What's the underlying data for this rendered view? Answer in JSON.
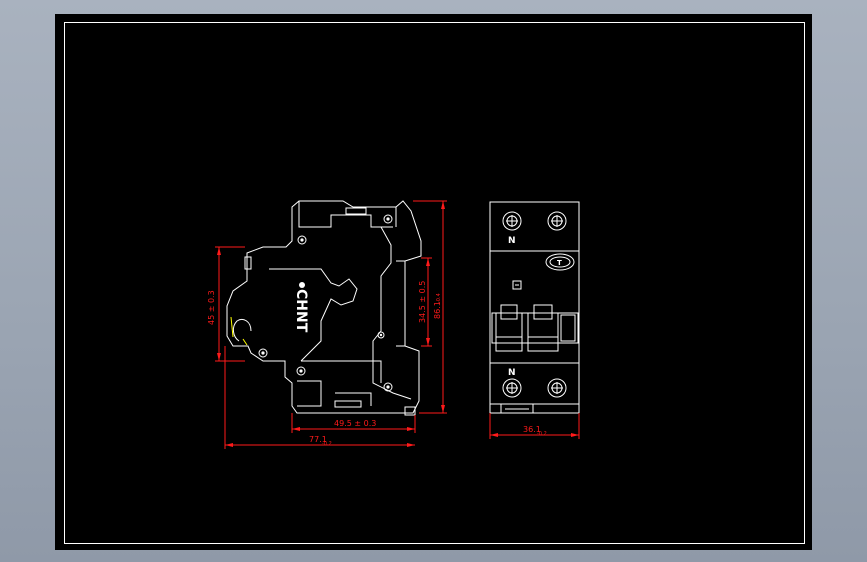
{
  "drawing": {
    "brand_logo": "CHNT",
    "dimensions": {
      "width_overall": "77.1",
      "width_overall_tol": "-0.2",
      "width_mounting": "49.5 ± 0.3",
      "height_overall": "86.1",
      "height_overall_tol": "-0.4",
      "height_rail": "34.5 ± 0.5",
      "height_left": "45 ± 0.3",
      "front_width": "36.1",
      "front_width_tol": "-0.2"
    },
    "terminals": {
      "top_neutral": "N",
      "bottom_neutral": "N",
      "test_button": "T"
    },
    "colors": {
      "sheet": "#000000",
      "outline": "#ffffff",
      "dimension": "#ff1a1a",
      "accent": "#ffff00"
    }
  }
}
